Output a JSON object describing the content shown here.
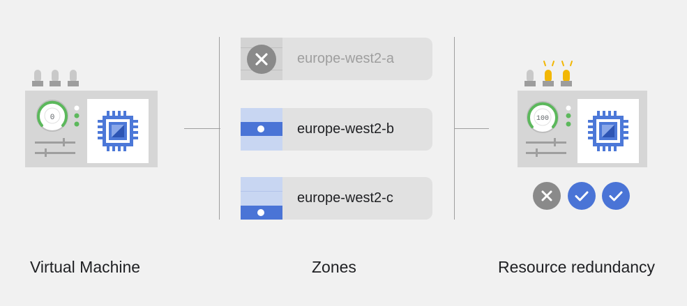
{
  "left": {
    "caption": "Virtual Machine",
    "gauge_value": "0",
    "colors": {
      "body": "#d6d6d6",
      "panel": "#ffffff",
      "chip": "#4c78d8",
      "gauge_arc": "#5cb85c",
      "led": "#5cb85c"
    }
  },
  "center": {
    "caption": "Zones",
    "zones": [
      {
        "name": "europe-west2-a",
        "status": "unavailable",
        "icon": "close-icon"
      },
      {
        "name": "europe-west2-b",
        "status": "active",
        "icon": "server-rack-icon"
      },
      {
        "name": "europe-west2-c",
        "status": "active",
        "icon": "server-rack-icon"
      }
    ],
    "colors": {
      "active_blue": "#4a74d6",
      "light_blue": "#c8d6f2",
      "muted_text": "#9e9e9e",
      "text": "#202124",
      "row_bg": "#e1e1e1"
    }
  },
  "right": {
    "caption": "Resource redundancy",
    "gauge_value": "100",
    "statuses": [
      {
        "state": "failed",
        "icon": "close-icon"
      },
      {
        "state": "ok",
        "icon": "check-icon"
      },
      {
        "state": "ok",
        "icon": "check-icon"
      }
    ],
    "colors": {
      "alert_bulb": "#f2b705",
      "ok_blue": "#4a74d6",
      "fail_grey": "#8a8a8a"
    }
  }
}
